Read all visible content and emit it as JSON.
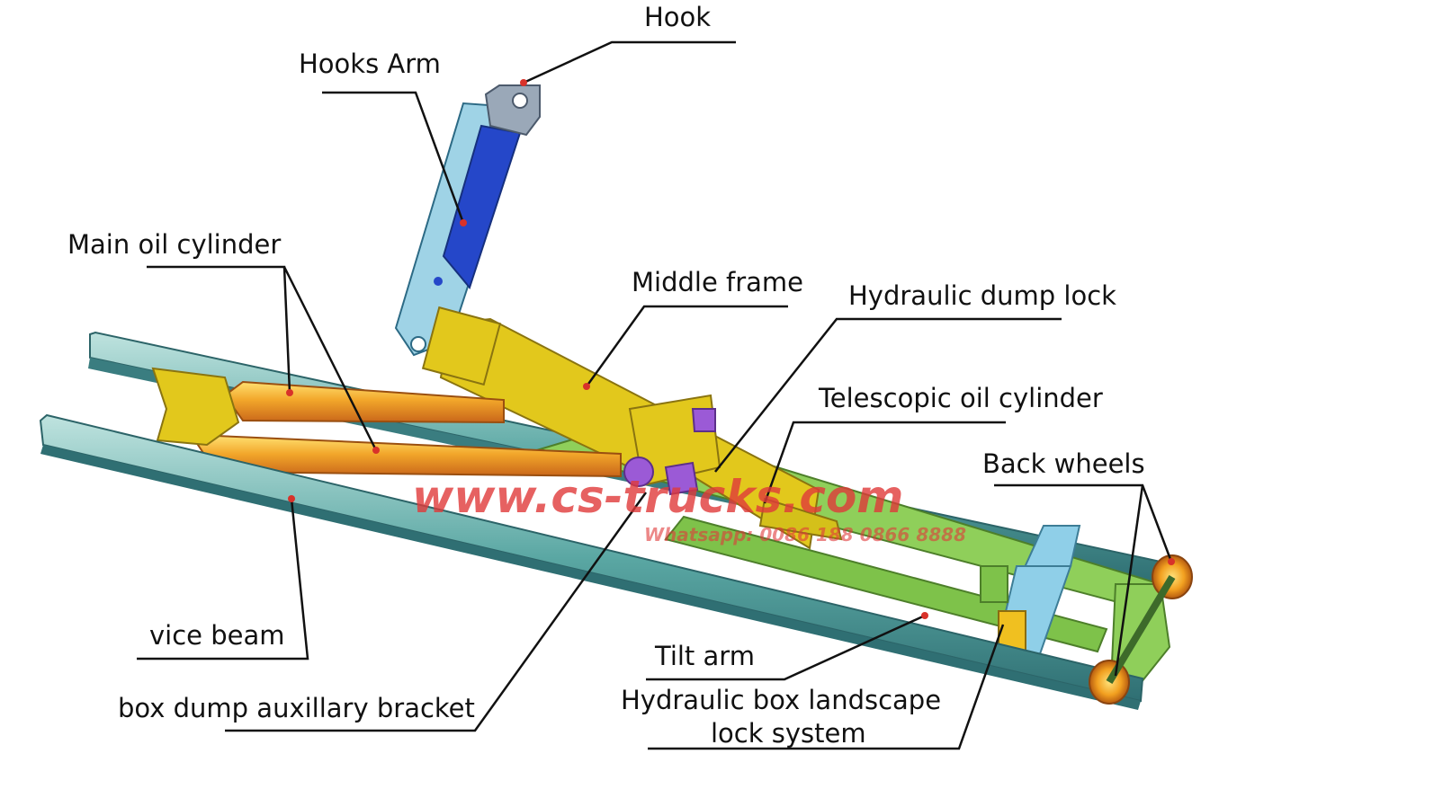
{
  "labels": {
    "hook": "Hook",
    "hooks_arm": "Hooks Arm",
    "main_oil_cylinder": "Main oil cylinder",
    "middle_frame": "Middle frame",
    "hydraulic_dump_lock": "Hydraulic dump lock",
    "telescopic_oil_cylinder": "Telescopic oil cylinder",
    "back_wheels": "Back wheels",
    "vice_beam": "vice beam",
    "tilt_arm": "Tilt arm",
    "box_dump_auxiliary_bracket": "box dump auxillary bracket",
    "hydraulic_box_lock_line1": "Hydraulic box landscape",
    "hydraulic_box_lock_line2": "lock system"
  },
  "watermark": {
    "site": "www.cs-trucks.com",
    "contact": "Whatsapp: 0086 188 0866 8888"
  },
  "colors": {
    "rail_teal": "#4f9e9a",
    "hook_arm_blue": "#2547c9",
    "hook_arm_light": "#9fd3e6",
    "middle_frame_yellow": "#e2c81c",
    "cylinder_orange": "#ef8f1c",
    "tilt_arm_green": "#7ec24a",
    "lock_light_blue": "#8fcfe8",
    "wheel_orange": "#f2a020",
    "watermark_red": "#e03a3a",
    "leader_line": "#111111"
  }
}
